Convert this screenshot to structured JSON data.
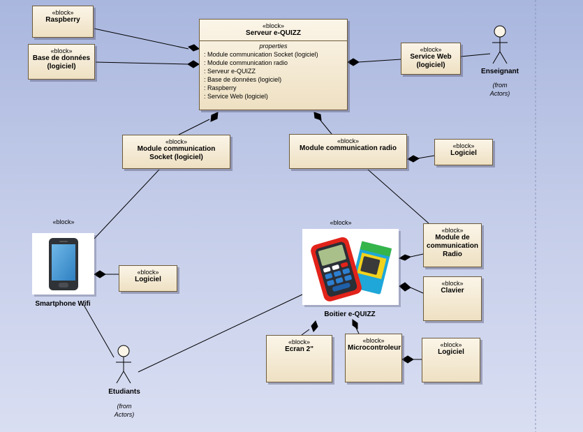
{
  "stereotype": "«block»",
  "server": {
    "name": "Serveur e-QUIZZ",
    "properties_title": "properties",
    "properties": [
      ": Module communication Socket (logiciel)",
      ": Module communication radio",
      ": Serveur e-QUIZZ",
      ": Base de données (logiciel)",
      ": Raspberry",
      ": Service Web (logiciel)"
    ]
  },
  "blocks": {
    "raspberry": "Raspberry",
    "database": "Base de données (logiciel)",
    "service_web": "Service Web (logiciel)",
    "socket_module": "Module communication Socket (logiciel)",
    "radio_module": "Module communication radio",
    "radio_logiciel": "Logiciel",
    "phone_logiciel": "Logiciel",
    "module_radio": "Module de communication Radio",
    "clavier": "Clavier",
    "ecran": "Ecran 2\"",
    "microcontroleur": "Microcontroleur",
    "micro_logiciel": "Logiciel"
  },
  "image_blocks": {
    "smartphone": "Smartphone Wifi",
    "boitier": "Boitier e-QUIZZ"
  },
  "actors": {
    "enseignant": {
      "name": "Enseignant",
      "note": "(from\nActors)"
    },
    "etudiants": {
      "name": "Etudiants",
      "note": "(from\nActors)"
    }
  },
  "colors": {
    "block_fill": "#f3e8d0",
    "block_border": "#6b5a3a",
    "background": "#b8c3e6",
    "line": "#000000"
  }
}
